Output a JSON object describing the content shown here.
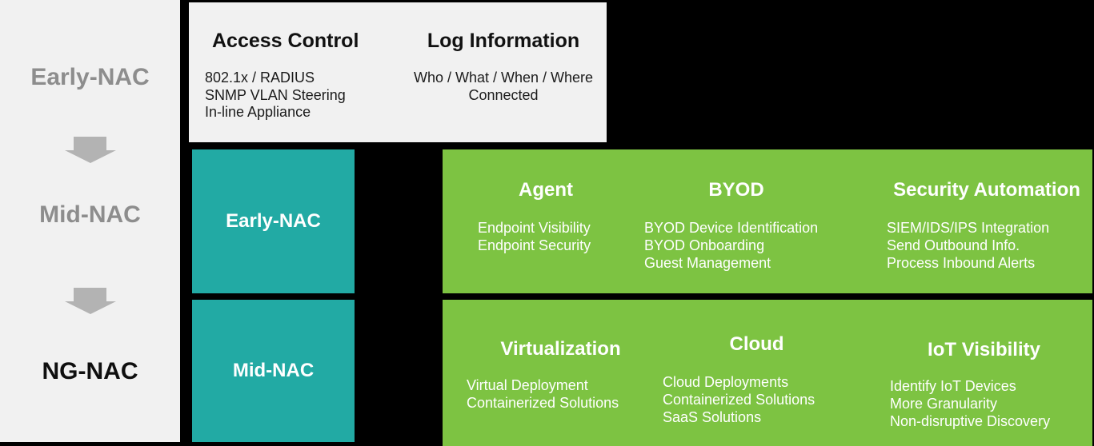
{
  "colors": {
    "background": "#000000",
    "panel": "#f1f1f1",
    "teal": "#22aaa4",
    "green": "#7dc342",
    "muted_text": "#8d8d8d",
    "arrow": "#b3b3b3",
    "dark_text": "#0f0f0f",
    "white_text": "#ffffff"
  },
  "timeline": {
    "stages": [
      "Early-NAC",
      "Mid-NAC",
      "NG-NAC"
    ]
  },
  "top_panel": {
    "access_control": {
      "title": "Access Control",
      "items": [
        "802.1x / RADIUS",
        "SNMP VLAN Steering",
        "In-line Appliance"
      ]
    },
    "log_information": {
      "title": "Log Information",
      "items": [
        "Who / What / When / Where",
        "Connected"
      ]
    }
  },
  "row_early": {
    "stage_label": "Early-NAC",
    "columns": [
      {
        "title": "Agent",
        "items": [
          "Endpoint Visibility",
          "Endpoint Security"
        ]
      },
      {
        "title": "BYOD",
        "items": [
          "BYOD Device Identification",
          "BYOD Onboarding",
          "Guest Management"
        ]
      },
      {
        "title": "Security Automation",
        "items": [
          "SIEM/IDS/IPS Integration",
          "Send Outbound Info.",
          "Process Inbound Alerts"
        ]
      }
    ]
  },
  "row_mid": {
    "stage_label": "Mid-NAC",
    "columns": [
      {
        "title": "Virtualization",
        "items": [
          "Virtual Deployment",
          "Containerized Solutions"
        ]
      },
      {
        "title": "Cloud",
        "items": [
          "Cloud Deployments",
          "Containerized Solutions",
          "SaaS Solutions"
        ]
      },
      {
        "title": "IoT Visibility",
        "items": [
          "Identify IoT Devices",
          "More Granularity",
          "Non-disruptive Discovery"
        ]
      }
    ]
  }
}
